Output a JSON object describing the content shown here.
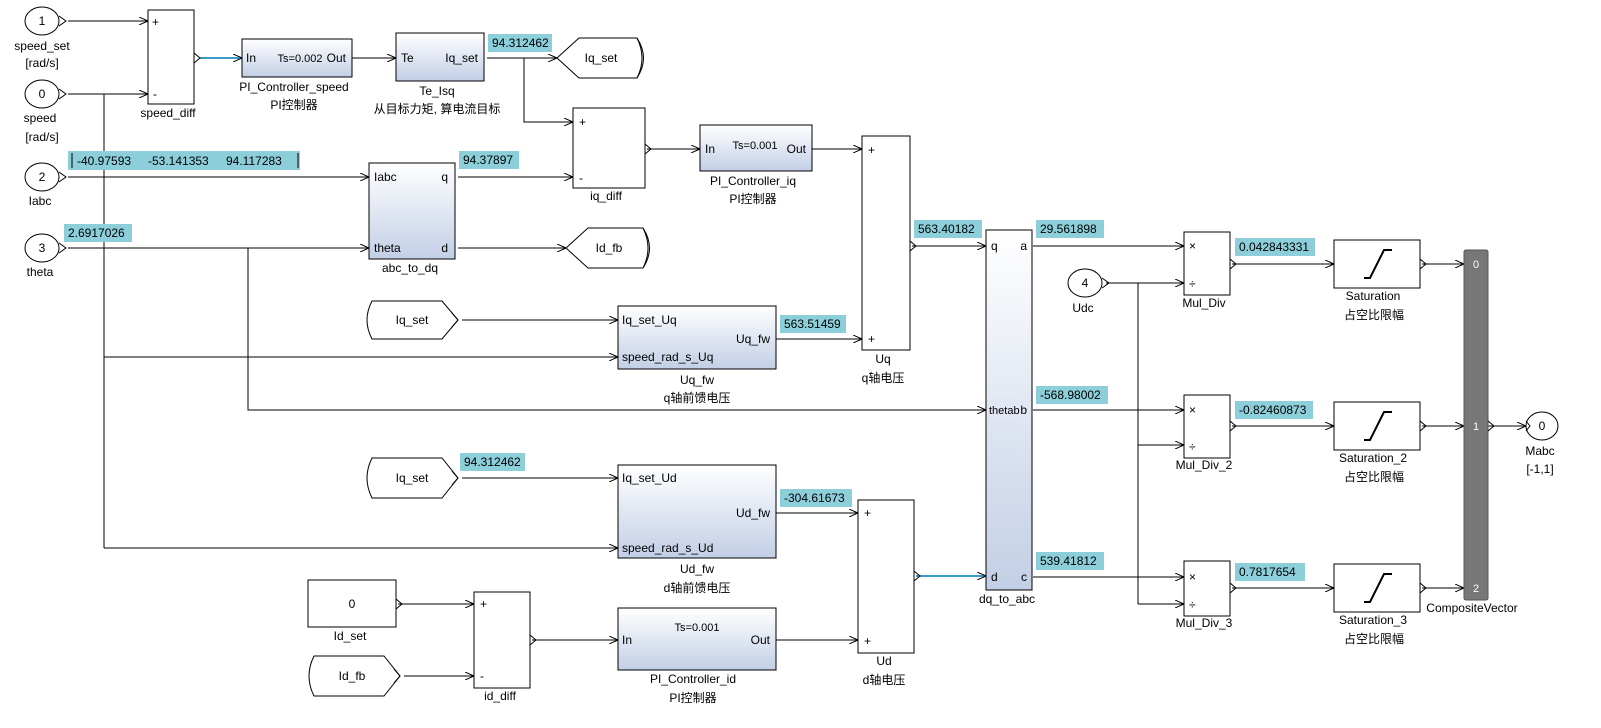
{
  "inports": {
    "speed_set": {
      "num": "1",
      "name": "speed_set",
      "unit": "[rad/s]"
    },
    "speed": {
      "num": "0",
      "name": "speed",
      "unit": "[rad/s]"
    },
    "iabc": {
      "num": "2",
      "name": "Iabc"
    },
    "theta": {
      "num": "3",
      "name": "theta"
    },
    "udc": {
      "num": "4",
      "name": "Udc"
    }
  },
  "outport": {
    "num": "0",
    "name": "Mabc",
    "unit": "[-1,1]"
  },
  "blocks": {
    "speed_diff": {
      "name": "speed_diff",
      "plus": "+",
      "minus": "-"
    },
    "pi_speed": {
      "name": "PI_Controller_speed",
      "desc": "PI控制器",
      "in": "In",
      "ts": "Ts=0.002",
      "out": "Out"
    },
    "te_isq": {
      "name": "Te_Isq",
      "desc": "从目标力矩, 算电流目标",
      "in": "Te",
      "out": "Iq_set"
    },
    "goto_iq_set": {
      "label": "Iq_set"
    },
    "iq_diff": {
      "name": "iq_diff",
      "plus": "+",
      "minus": "-"
    },
    "pi_iq": {
      "name": "PI_Controller_iq",
      "desc": "PI控制器",
      "in": "In",
      "ts": "Ts=0.001",
      "out": "Out"
    },
    "abc_to_dq": {
      "name": "abc_to_dq",
      "in1": "Iabc",
      "in2": "theta",
      "out1": "q",
      "out2": "d"
    },
    "goto_id_fb": {
      "label": "Id_fb"
    },
    "from_iq_set1": {
      "label": "Iq_set"
    },
    "uq_fw": {
      "name": "Uq_fw",
      "desc": "q轴前馈电压",
      "in1": "Iq_set_Uq",
      "in2": "speed_rad_s_Uq",
      "out": "Uq_fw"
    },
    "uq_sum": {
      "name": "Uq",
      "desc": "q轴电压",
      "plus1": "+",
      "plus2": "+"
    },
    "from_iq_set2": {
      "label": "Iq_set"
    },
    "ud_fw": {
      "name": "Ud_fw",
      "desc": "d轴前馈电压",
      "in1": "Iq_set_Ud",
      "in2": "speed_rad_s_Ud",
      "out": "Ud_fw"
    },
    "ud_sum": {
      "name": "Ud",
      "desc": "d轴电压",
      "plus1": "+",
      "plus2": "+"
    },
    "id_set": {
      "name": "Id_set",
      "value": "0"
    },
    "from_id_fb": {
      "label": "Id_fb"
    },
    "id_diff": {
      "name": "id_diff",
      "plus": "+",
      "minus": "-"
    },
    "pi_id": {
      "name": "PI_Controller_id",
      "desc": "PI控制器",
      "in": "In",
      "ts": "Ts=0.001",
      "out": "Out"
    },
    "dq_to_abc": {
      "name": "dq_to_abc",
      "in1": "q",
      "in2": "thetab",
      "in3": "d",
      "out1": "a",
      "out2": "b",
      "out3": "c"
    },
    "mul_div": {
      "name": "Mul_Div",
      "mul": "×",
      "div": "÷"
    },
    "mul_div_2": {
      "name": "Mul_Div_2",
      "mul": "×",
      "div": "÷"
    },
    "mul_div_3": {
      "name": "Mul_Div_3",
      "mul": "×",
      "div": "÷"
    },
    "saturation": {
      "name": "Saturation",
      "desc": "占空比限幅"
    },
    "saturation_2": {
      "name": "Saturation_2",
      "desc": "占空比限幅"
    },
    "saturation_3": {
      "name": "Saturation_3",
      "desc": "占空比限幅"
    },
    "composite": {
      "name": "CompositeVector",
      "p0": "0",
      "p1": "1",
      "p2": "2"
    }
  },
  "signals": {
    "iabc_vals": [
      "-40.97593",
      "-53.141353",
      "94.117283"
    ],
    "theta": "2.6917026",
    "iq_set": "94.312462",
    "q": "94.37897",
    "uq_fw": "563.51459",
    "uq": "563.40182",
    "iq_set_2": "94.312462",
    "ud_fw": "-304.61673",
    "a": "29.561898",
    "b": "-568.98002",
    "c": "539.41812",
    "m1": "0.042843331",
    "m2": "-0.82460873",
    "m3": "0.7817654"
  }
}
